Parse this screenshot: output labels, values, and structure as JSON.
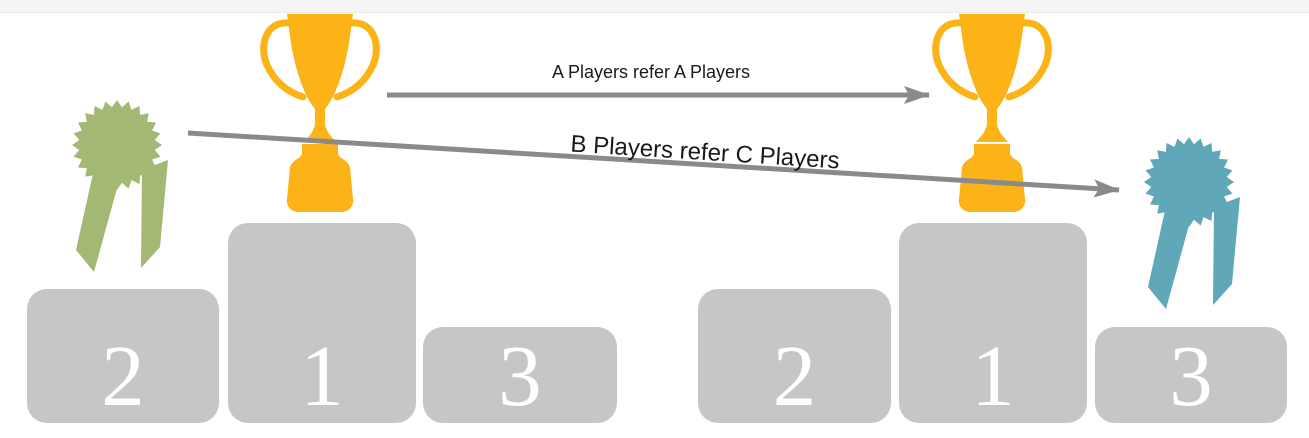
{
  "colors": {
    "background": "#FFFFFF",
    "top_band": "#F5F5F5",
    "podium_gray": "#C6C6C6",
    "trophy_gold": "#FBB317",
    "rosette_green": "#A3B873",
    "rosette_blue": "#60A7B9",
    "arrow_gray": "#8A8A8A",
    "label_text": "#1A1A1A",
    "rank_text": "#FFFFFF"
  },
  "arrows": [
    {
      "name": "a-to-a",
      "label": "A Players refer A Players"
    },
    {
      "name": "b-to-c",
      "label": "B Players refer C Players"
    }
  ],
  "podiums": {
    "left": {
      "blocks": [
        {
          "rank": "2"
        },
        {
          "rank": "1"
        },
        {
          "rank": "3"
        }
      ]
    },
    "right": {
      "blocks": [
        {
          "rank": "2"
        },
        {
          "rank": "1"
        },
        {
          "rank": "3"
        }
      ]
    }
  }
}
